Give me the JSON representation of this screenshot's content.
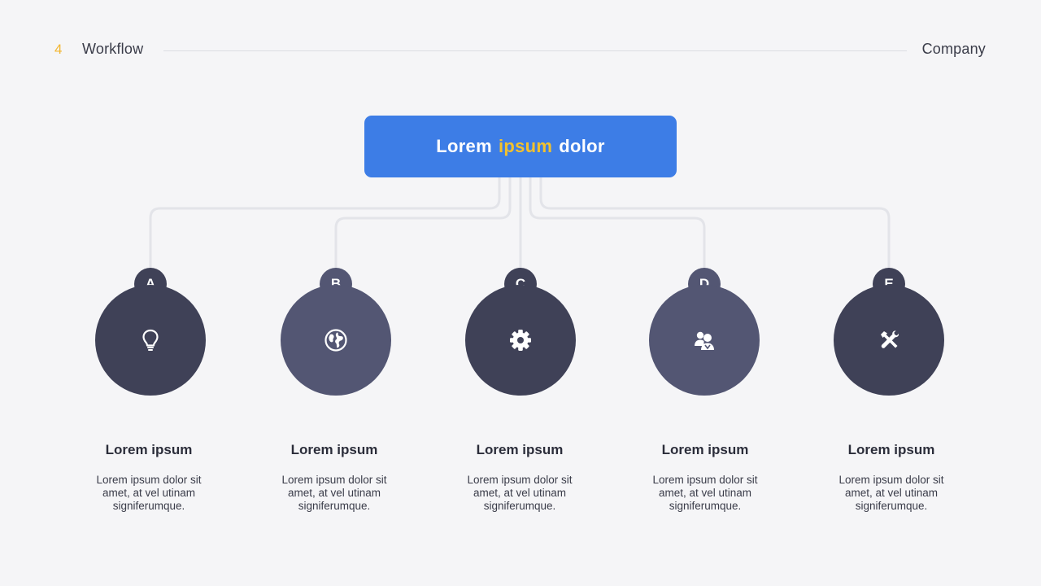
{
  "header": {
    "page_number": "4",
    "section": "Workflow",
    "company": "Company"
  },
  "title": {
    "part1": "Lorem",
    "accent": "ipsum",
    "part2": "dolor"
  },
  "colors": {
    "background": "#f5f5f7",
    "title_box": "#3d7de6",
    "accent": "#f2c12e",
    "page_number": "#f2b632",
    "node_dark": "#3f4157",
    "node_light": "#535673",
    "connector": "#e3e4e9"
  },
  "nodes": [
    {
      "letter": "A",
      "icon": "lightbulb-icon",
      "heading": "Lorem ipsum",
      "text": "Lorem ipsum dolor sit amet, at vel utinam signiferumque."
    },
    {
      "letter": "B",
      "icon": "globe-icon",
      "heading": "Lorem ipsum",
      "text": "Lorem ipsum dolor sit amet, at vel utinam signiferumque."
    },
    {
      "letter": "C",
      "icon": "gear-icon",
      "heading": "Lorem ipsum",
      "text": "Lorem ipsum dolor sit amet, at vel utinam signiferumque."
    },
    {
      "letter": "D",
      "icon": "users-icon",
      "heading": "Lorem ipsum",
      "text": "Lorem ipsum dolor sit amet, at vel utinam signiferumque."
    },
    {
      "letter": "E",
      "icon": "tools-icon",
      "heading": "Lorem ipsum",
      "text": "Lorem ipsum dolor sit amet, at vel utinam signiferumque."
    }
  ]
}
